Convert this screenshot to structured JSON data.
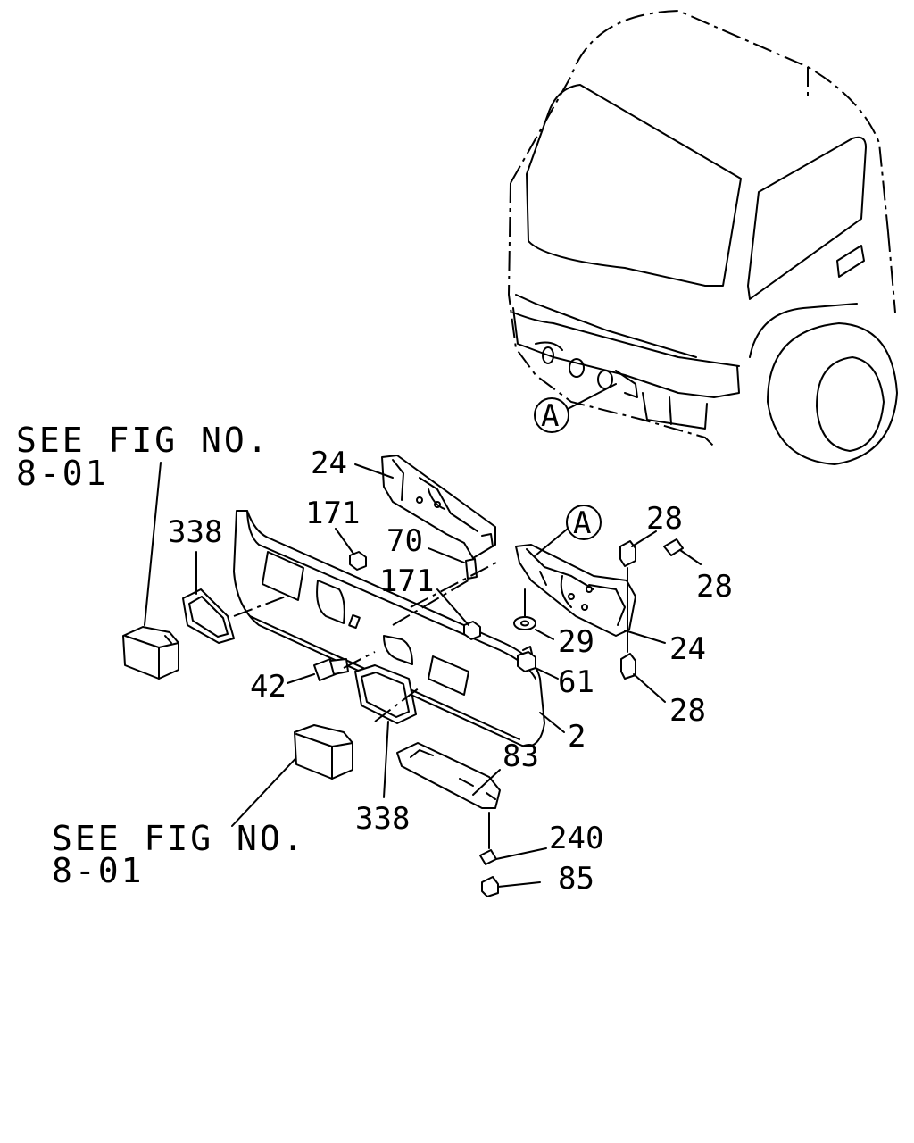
{
  "references": [
    {
      "line1": "SEE FIG NO.",
      "line2": "8-01"
    },
    {
      "line1": "SEE FIG NO.",
      "line2": "8-01"
    }
  ],
  "callout_letter": "A",
  "part_labels": {
    "p24_top": "24",
    "p171_a": "171",
    "p338_top": "338",
    "p70": "70",
    "p171_b": "171",
    "p28_a": "28",
    "p28_b": "28",
    "p29": "29",
    "p24_right": "24",
    "p61": "61",
    "p42": "42",
    "p28_c": "28",
    "p2": "2",
    "p83": "83",
    "p338_bottom": "338",
    "p240": "240",
    "p85": "85"
  }
}
